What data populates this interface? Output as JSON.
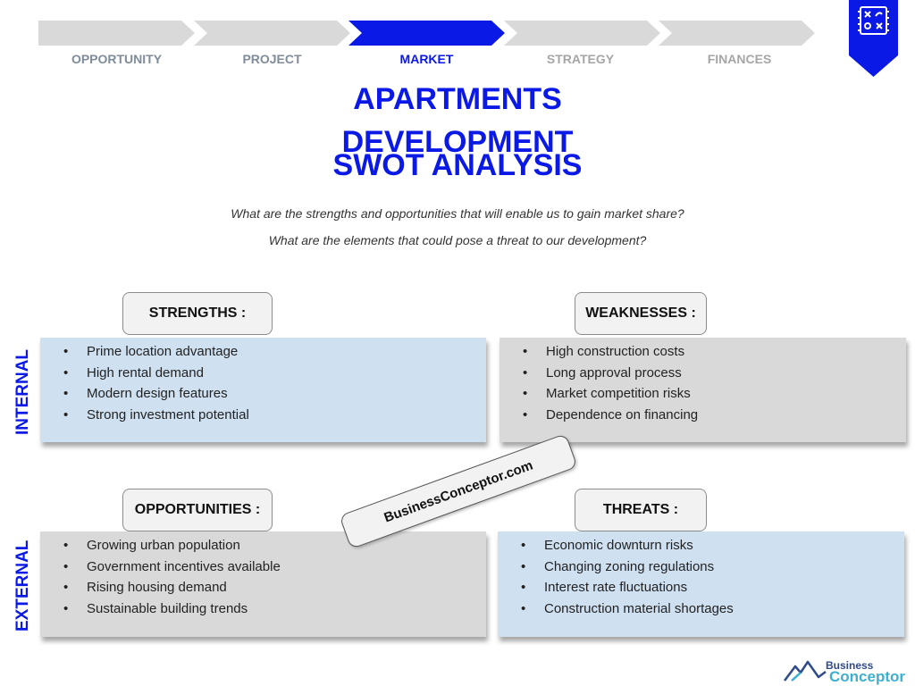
{
  "steps": [
    {
      "label": "OPPORTUNITY",
      "state": "done"
    },
    {
      "label": "PROJECT",
      "state": "done"
    },
    {
      "label": "MARKET",
      "state": "active"
    },
    {
      "label": "STRATEGY",
      "state": "todo"
    },
    {
      "label": "FINANCES",
      "state": "todo"
    }
  ],
  "colors": {
    "accent": "#0a19e6",
    "chevron_inactive": "#d9d9d9",
    "strengths_bg": "#cfe0f1",
    "weaknesses_bg": "#d9d9d9"
  },
  "badge": {
    "icon": "strategy-board-icon"
  },
  "title": {
    "line1": "APARTMENTS",
    "line2": "DEVELOPMENT",
    "line3": "SWOT ANALYSIS"
  },
  "questions": [
    "What are the strengths and opportunities that will enable us to gain market share?",
    "What are the elements that could pose a threat to our development?"
  ],
  "side_labels": {
    "internal": "INTERNAL",
    "external": "EXTERNAL"
  },
  "swot": {
    "strengths": {
      "label": "STRENGTHS :",
      "items": [
        "Prime location advantage",
        "High rental demand",
        "Modern design features",
        "Strong investment potential"
      ]
    },
    "weaknesses": {
      "label": "WEAKNESSES :",
      "items": [
        "High construction costs",
        "Long approval process",
        "Market competition risks",
        "Dependence on financing"
      ]
    },
    "opportunities": {
      "label": "OPPORTUNITIES :",
      "items": [
        "Growing urban population",
        "Government incentives available",
        "Rising housing demand",
        "Sustainable building trends"
      ]
    },
    "threats": {
      "label": "THREATS :",
      "items": [
        "Economic downturn risks",
        "Changing zoning regulations",
        "Interest rate fluctuations",
        "Construction material shortages"
      ]
    }
  },
  "bullet": "•",
  "watermark": "BusinessConceptor.com",
  "logo": {
    "line1": "Business",
    "line2": "Conceptor"
  }
}
